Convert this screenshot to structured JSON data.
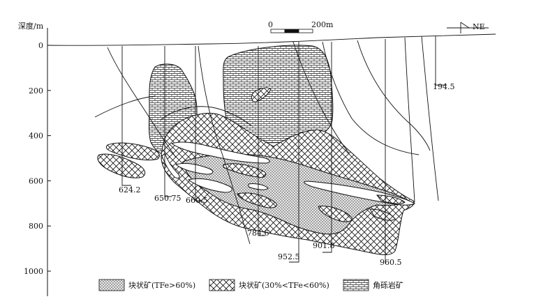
{
  "axis": {
    "title": "深度/m",
    "ticks": [
      "0",
      "200",
      "400",
      "600",
      "800",
      "1000"
    ]
  },
  "scale_bar": {
    "start_label": "0",
    "end_label": "200m"
  },
  "orientation": {
    "label": "NE"
  },
  "drill_holes": [
    {
      "label": "624.2"
    },
    {
      "label": "650.75"
    },
    {
      "label": "660.5"
    },
    {
      "label": "784.6"
    },
    {
      "label": "952.5"
    },
    {
      "label": "901.8"
    },
    {
      "label": "960.5"
    },
    {
      "label": "194.5"
    }
  ],
  "legend": [
    {
      "pattern": "fine-crosshatch",
      "label": "块状矿(TFe>60%)"
    },
    {
      "pattern": "coarse-crosshatch",
      "label": "块状矿(30%<TFe<60%)"
    },
    {
      "pattern": "brick",
      "label": "角砾岩矿"
    }
  ]
}
